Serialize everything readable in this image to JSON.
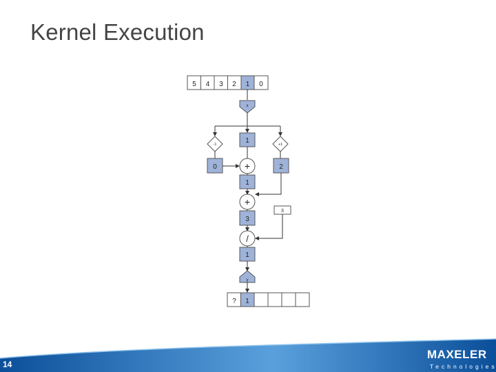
{
  "slide": {
    "title": "Kernel Execution",
    "number": "14"
  },
  "diagram": {
    "input_stream": [
      "5",
      "4",
      "3",
      "2",
      "1",
      "0"
    ],
    "input_label": "x",
    "offset_minus": "-1",
    "offset_plus": "+1",
    "prev_value": "0",
    "current_value": "1",
    "next_value": "2",
    "op_add_1": "+",
    "sum_1": "1",
    "op_add_2": "+",
    "constant": "3",
    "sum_2": "3",
    "op_divide": "/",
    "result": "1",
    "output_label": "y",
    "output_stream": [
      "?",
      "1",
      "",
      "",
      "",
      ""
    ]
  },
  "logo": {
    "main": "MAXELER",
    "sub": "Technologies"
  },
  "colors": {
    "box_fill": "#9fb3d9",
    "box_stroke": "#555555",
    "line": "#333333",
    "footer_dark": "#0b4f9a",
    "footer_light": "#3a86d0"
  }
}
